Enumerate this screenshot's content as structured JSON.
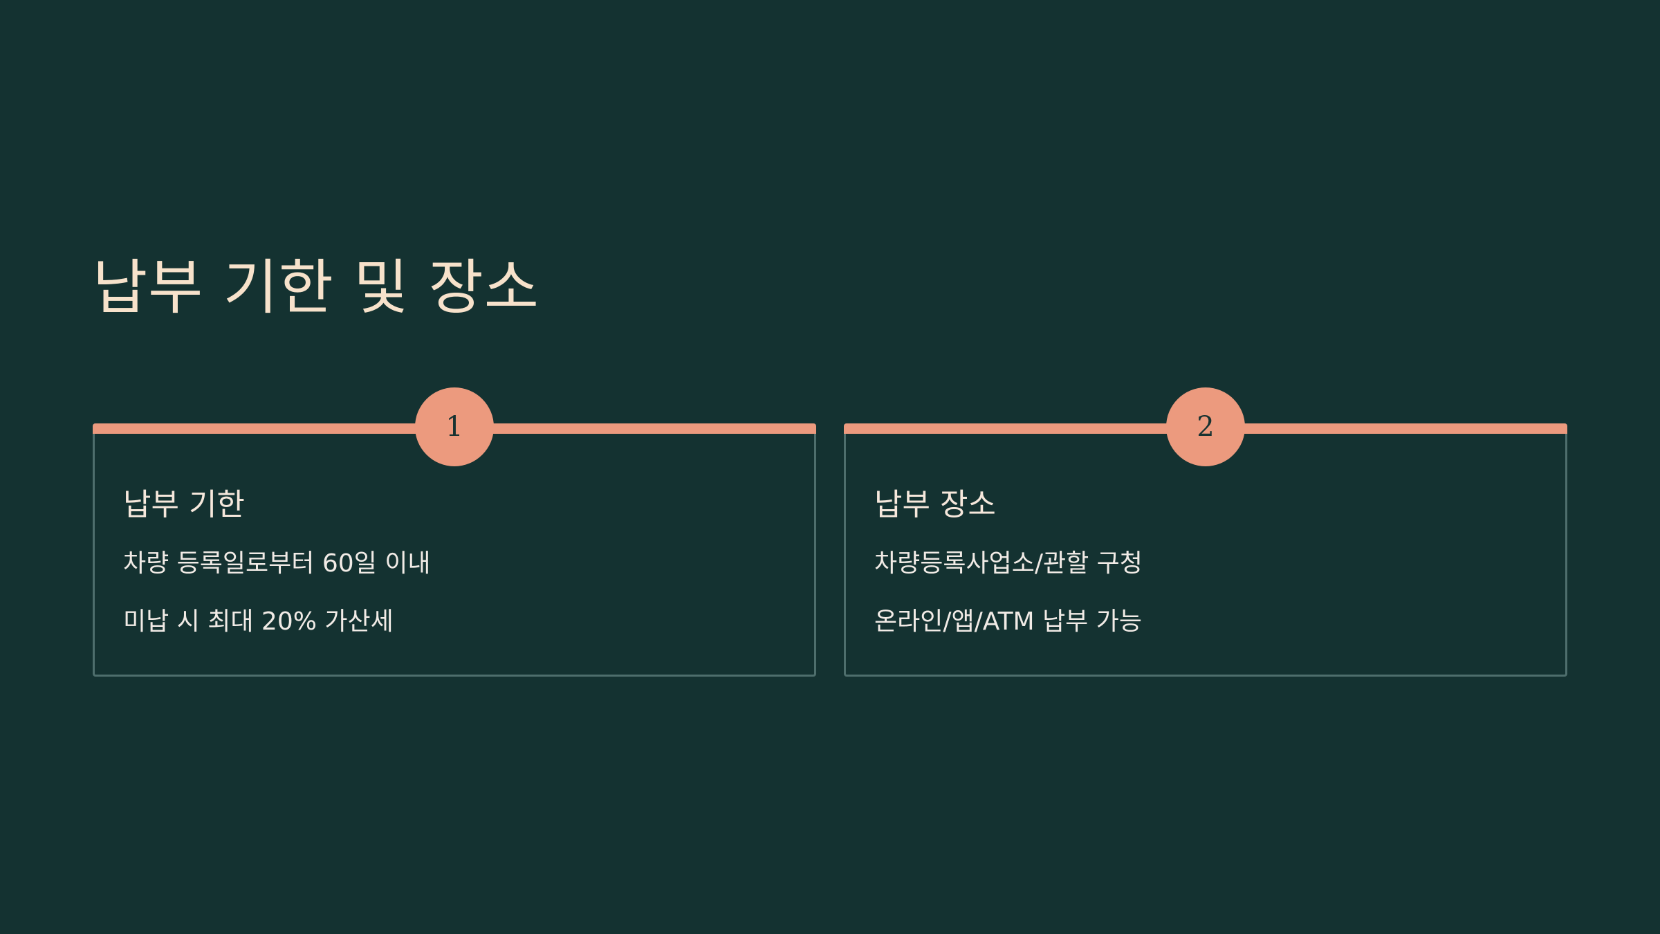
{
  "page": {
    "title": "납부 기한 및 장소"
  },
  "cards": [
    {
      "number": "1",
      "heading": "납부 기한",
      "lines": [
        "차량 등록일로부터 60일 이내",
        "미납 시 최대 20% 가산세"
      ]
    },
    {
      "number": "2",
      "heading": "납부 장소",
      "lines": [
        "차량등록사업소/관할 구청",
        "온라인/앱/ATM 납부 가능"
      ]
    }
  ],
  "colors": {
    "background": "#143231",
    "accent": "#ec9a7e",
    "title": "#f7e2cb",
    "card_border": "#4e6e6c"
  }
}
